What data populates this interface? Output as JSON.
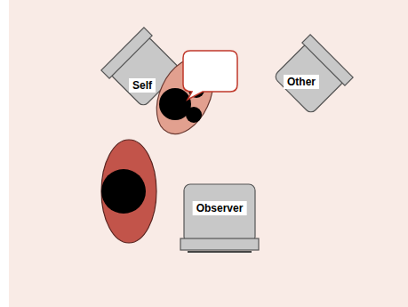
{
  "diagram": {
    "nodes": [
      {
        "text": [
          "Self"
        ]
      },
      {
        "text": [
          "Other"
        ]
      },
      {
        "text": [
          "Observer"
        ]
      }
    ]
  }
}
